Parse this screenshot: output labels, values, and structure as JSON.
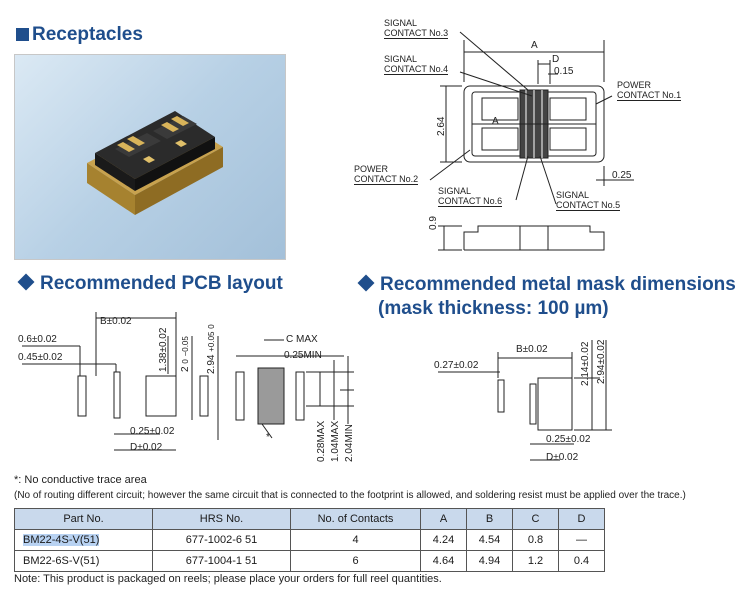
{
  "headings": {
    "receptacles": "Receptacles",
    "pcb_layout": "Recommended PCB layout",
    "mask_line1": "Recommended metal mask dimensions",
    "mask_line2": "(mask thickness: 100 µm)"
  },
  "receptacle_drawing": {
    "signal_contact_3": [
      "SIGNAL",
      "CONTACT No.3"
    ],
    "signal_contact_4": [
      "SIGNAL",
      "CONTACT No.4"
    ],
    "power_contact_1": [
      "POWER",
      "CONTACT No.1"
    ],
    "power_contact_2": [
      "POWER",
      "CONTACT No.2"
    ],
    "signal_contact_6": [
      "SIGNAL",
      "CONTACT No.6"
    ],
    "signal_contact_5": [
      "SIGNAL",
      "CONTACT No.5"
    ],
    "dim_a": "A",
    "dim_d": "D",
    "dim_015": "0.15",
    "dim_264": "2.64",
    "dim_025": "0.25",
    "dim_09": "0.9",
    "mark_a": "A"
  },
  "pcb_drawing": {
    "dim_06": "0.6±0.02",
    "dim_045": "0.45±0.02",
    "dim_b": "B±0.02",
    "dim_138": "1.38±0.02",
    "dim_2tol_base": "2",
    "dim_2tol_up": "0",
    "dim_2tol_low": "−0.05",
    "dim_294_base": "2.94",
    "dim_294_up": "+0.05",
    "dim_294_low": "0",
    "dim_c_max": "C MAX",
    "dim_025min": "0.25MIN",
    "dim_025": "0.25±0.02",
    "dim_d": "D±0.02",
    "dim_028max": "0.28MAX",
    "dim_104max": "1.04MAX",
    "dim_204min": "2.04MIN",
    "star": "*"
  },
  "mask_drawing": {
    "dim_b": "B±0.02",
    "dim_027": "0.27±0.02",
    "dim_214": "2.14±0.02",
    "dim_294": "2.94±0.02",
    "dim_025": "0.25±0.02",
    "dim_d": "D±0.02"
  },
  "notes": {
    "star": "*: No conductive trace area",
    "routing": "(No of routing different circuit; however the same circuit that is connected to the footprint is allowed, and soldering resist must be applied over the trace.)",
    "packaging": "Note: This product is packaged on reels; please place your orders for full reel quantities."
  },
  "table": {
    "headers": [
      "Part No.",
      "HRS No.",
      "No. of Contacts",
      "A",
      "B",
      "C",
      "D"
    ],
    "rows": [
      [
        "BM22-4S-V(51)",
        "677-1002-6 51",
        "4",
        "4.24",
        "4.54",
        "0.8",
        "—"
      ],
      [
        "BM22-6S-V(51)",
        "677-1004-1 51",
        "6",
        "4.64",
        "4.94",
        "1.2",
        "0.4"
      ]
    ]
  }
}
